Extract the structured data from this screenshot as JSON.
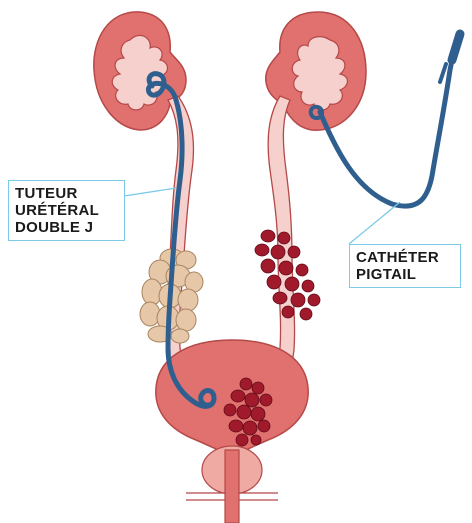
{
  "labels": {
    "double_j": [
      "TUTEUR",
      "URÉTÉRAL",
      "DOUBLE J"
    ],
    "pigtail": [
      "CATHÉTER",
      "PIGTAIL"
    ]
  },
  "colors": {
    "kidney_outer": "#e0716f",
    "kidney_outline": "#b54848",
    "renal_pelvis": "#f6d0cc",
    "ureter": "#f6d0cc",
    "bladder": "#e0716f",
    "prostate": "#efaaa4",
    "catheter": "#2f5f8f",
    "tumor": "#a11a2c",
    "lymph_nodes": "#e6c8a8",
    "callout_border": "#7ccbe8"
  },
  "icons": [
    "kidney-left",
    "kidney-right",
    "double-j-stent",
    "pigtail-catheter",
    "tumor-cluster",
    "lymph-node-cluster",
    "bladder",
    "prostate"
  ]
}
